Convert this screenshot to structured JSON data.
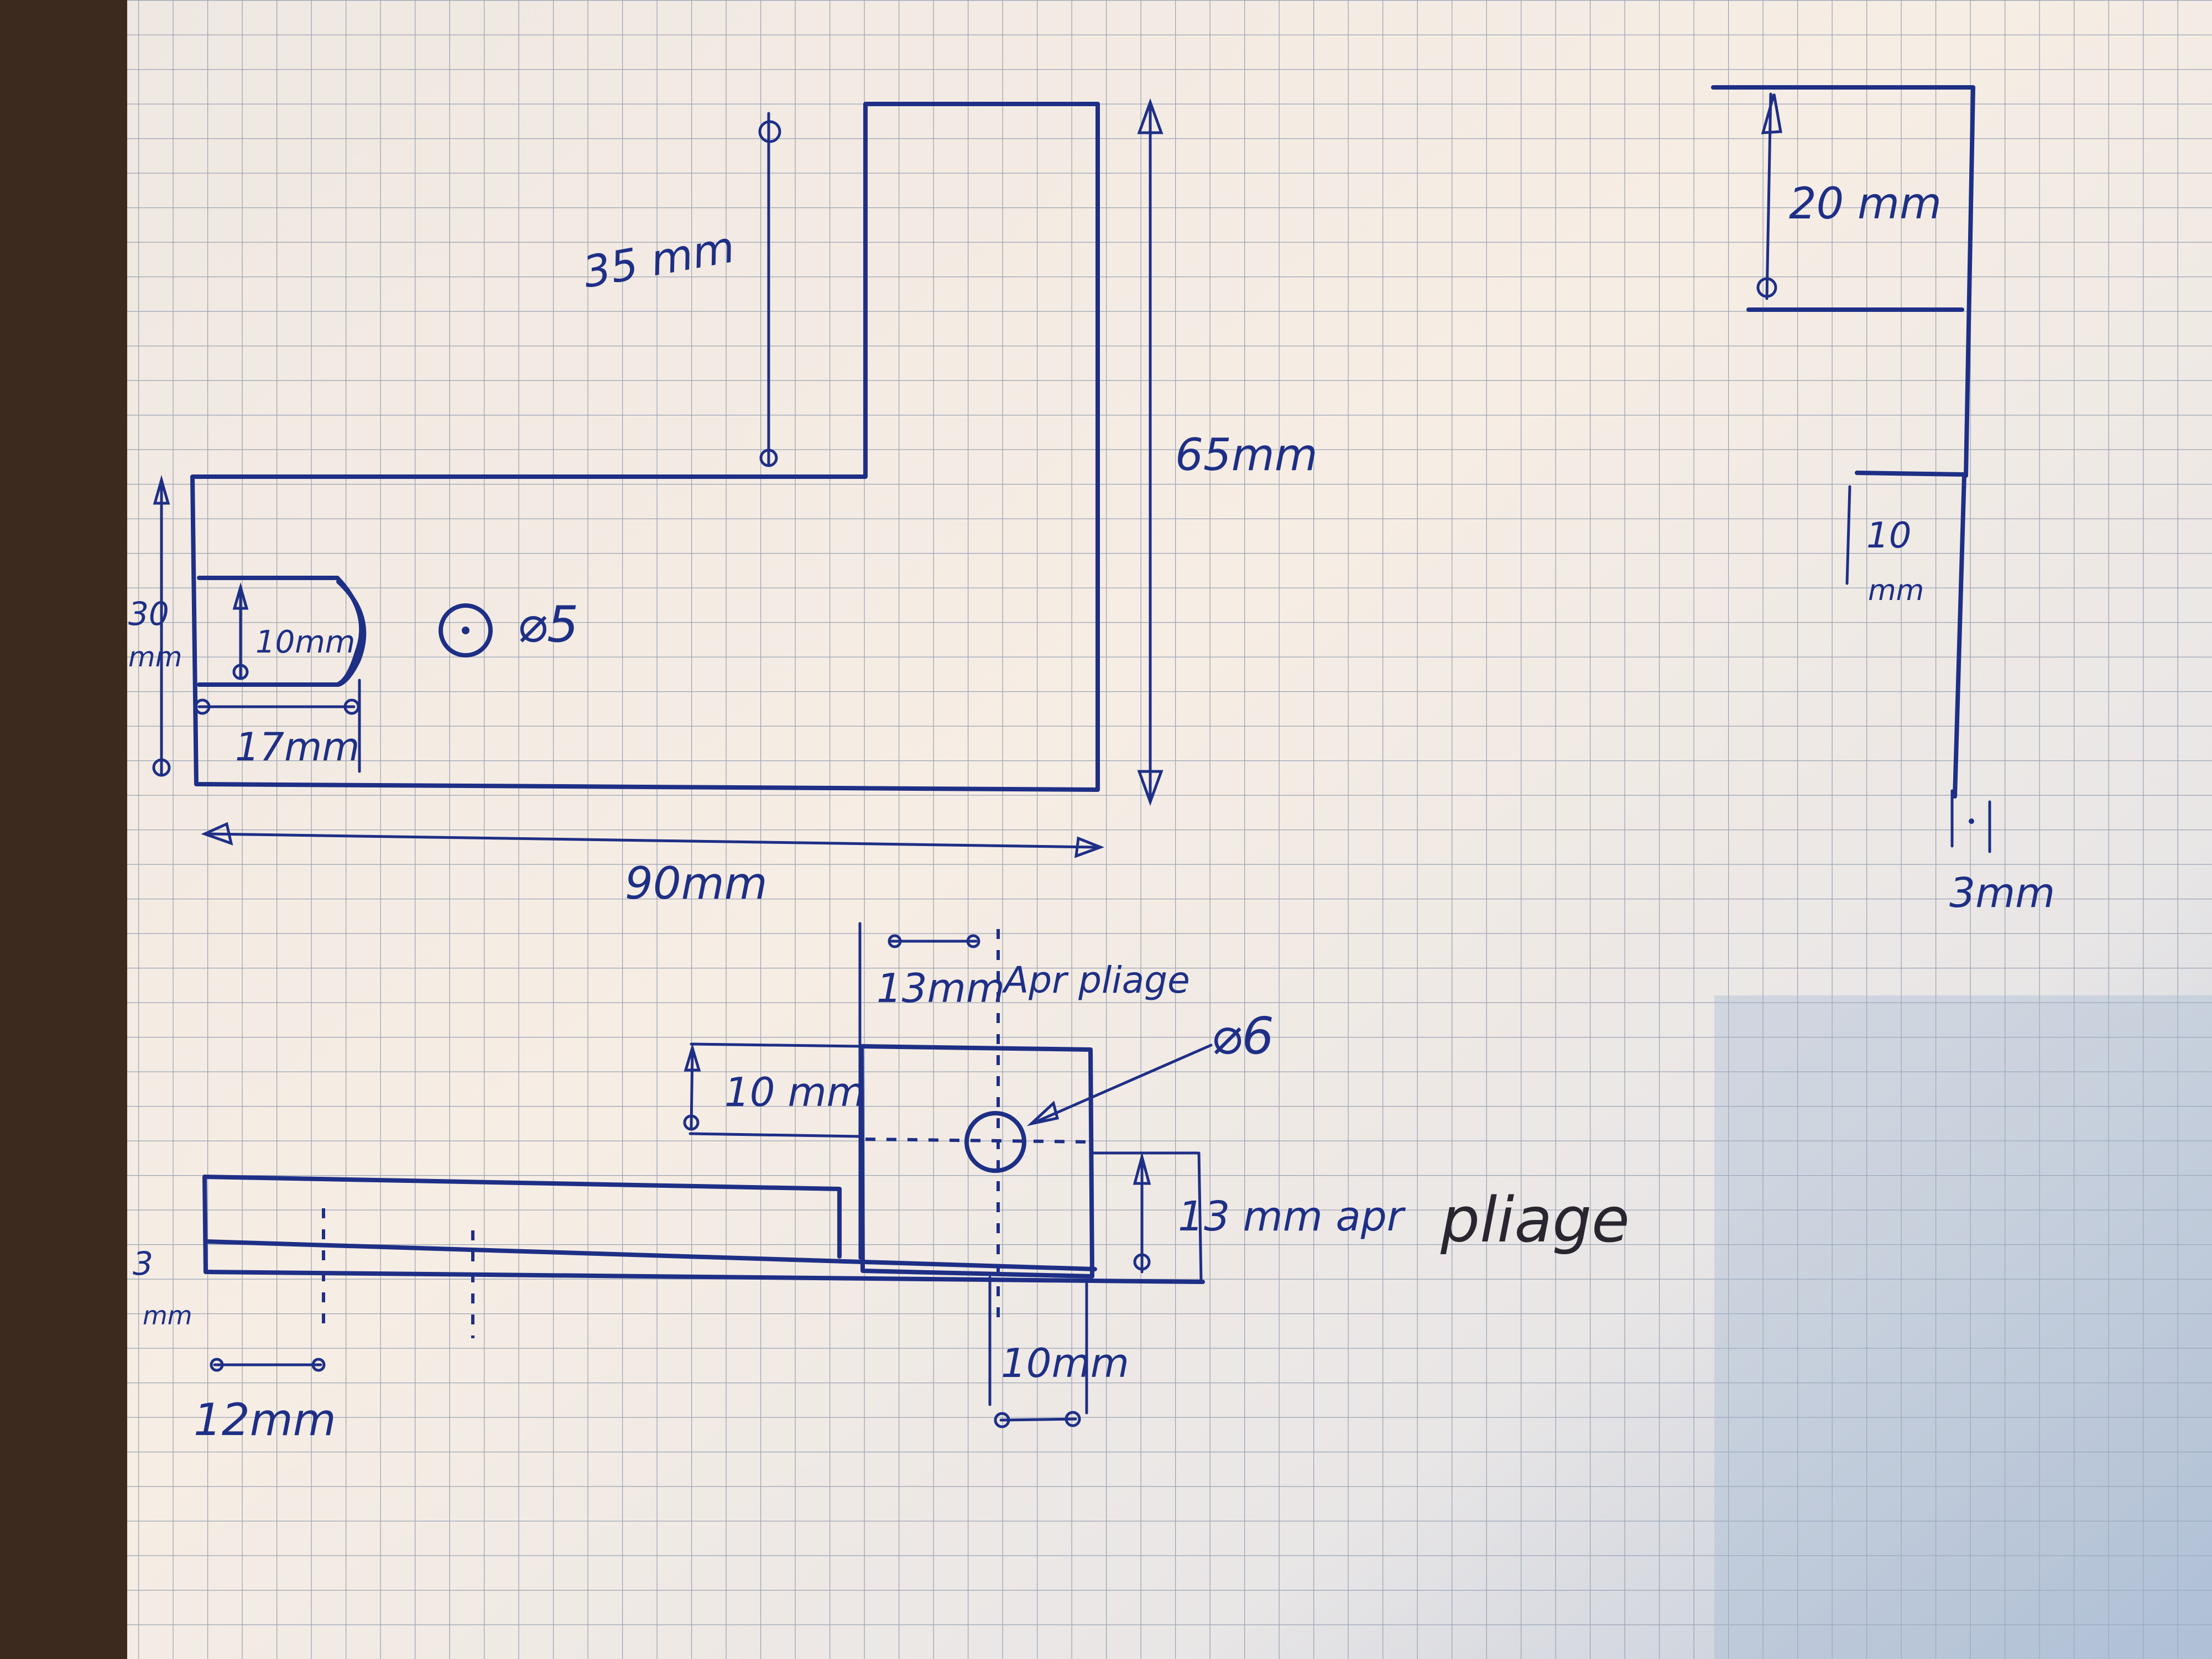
{
  "top_view": {
    "dim_35": "35 mm",
    "dim_65": "65mm",
    "dim_30_top": "30",
    "dim_30_bottom": "mm",
    "dim_10": "10mm",
    "dim_17": "17mm",
    "hole": "⌀5",
    "dim_90": "90mm"
  },
  "side_view": {
    "dim_20": "20 mm",
    "dim_10_top": "10",
    "dim_10_bottom": "mm",
    "dim_3": "3mm"
  },
  "bottom_view": {
    "dim_13_top": "13mm",
    "after_fold": "Apr pliage",
    "hole": "⌀6",
    "dim_10_left": "10 mm",
    "dim_13_right_a": "13 mm apr",
    "dim_13_right_b": "pliage",
    "dim_3_top": "3",
    "dim_3_bottom": "mm",
    "dim_12": "12mm",
    "dim_10_bottom": "10mm"
  },
  "colors": {
    "paper": "#f3ece4",
    "grid": "#a8b0bd",
    "ink": "#1e2f86"
  }
}
